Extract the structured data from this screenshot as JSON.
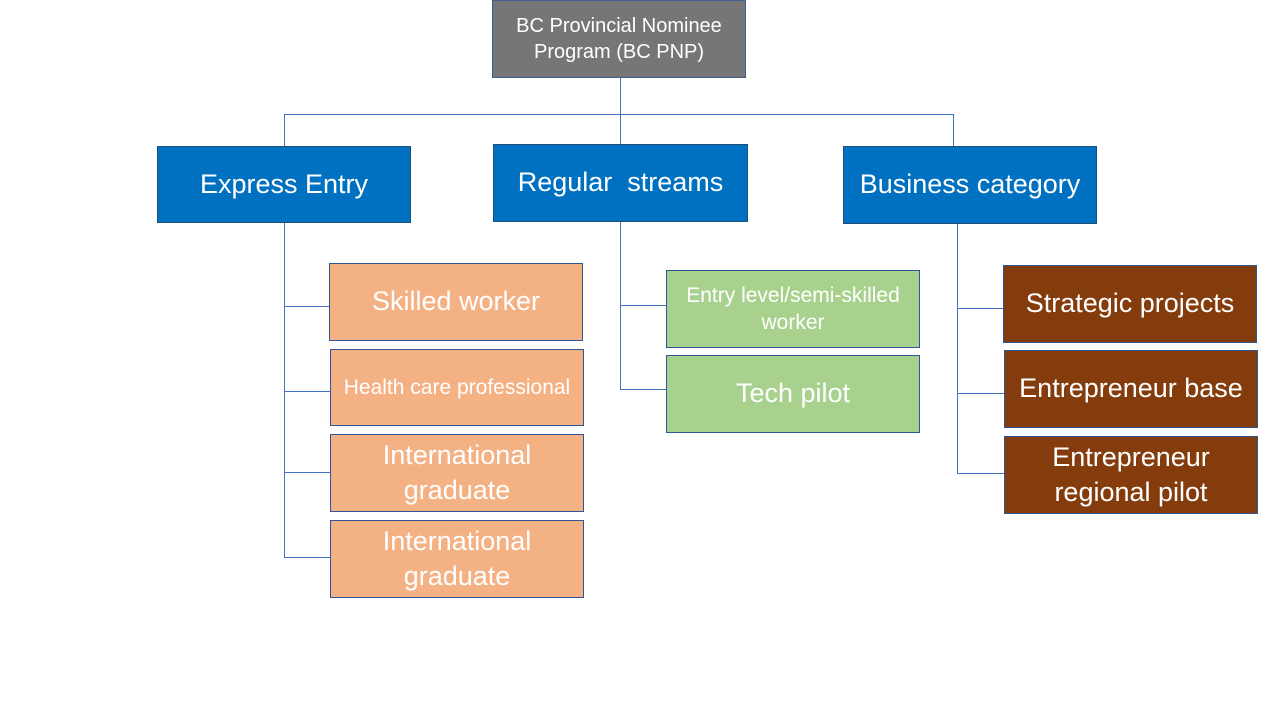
{
  "root": {
    "label": "BC Provincial Nominee Program (BC PNP)"
  },
  "categories": [
    {
      "label": "Express Entry",
      "children": [
        "Skilled worker",
        "Health care professional",
        "International graduate",
        "International graduate"
      ]
    },
    {
      "label": "Regular  streams",
      "children": [
        "Entry level/semi-skilled worker",
        "Tech pilot"
      ]
    },
    {
      "label": "Business category",
      "children": [
        "Strategic projects",
        "Entrepreneur base",
        "Entrepreneur regional pilot"
      ]
    }
  ],
  "colors": {
    "root": "#767676",
    "category": "#0070c0",
    "express_entry_child": "#f4b183",
    "regular_streams_child": "#a9d18e",
    "business_category_child": "#843c0c",
    "connector": "#4472c4"
  }
}
